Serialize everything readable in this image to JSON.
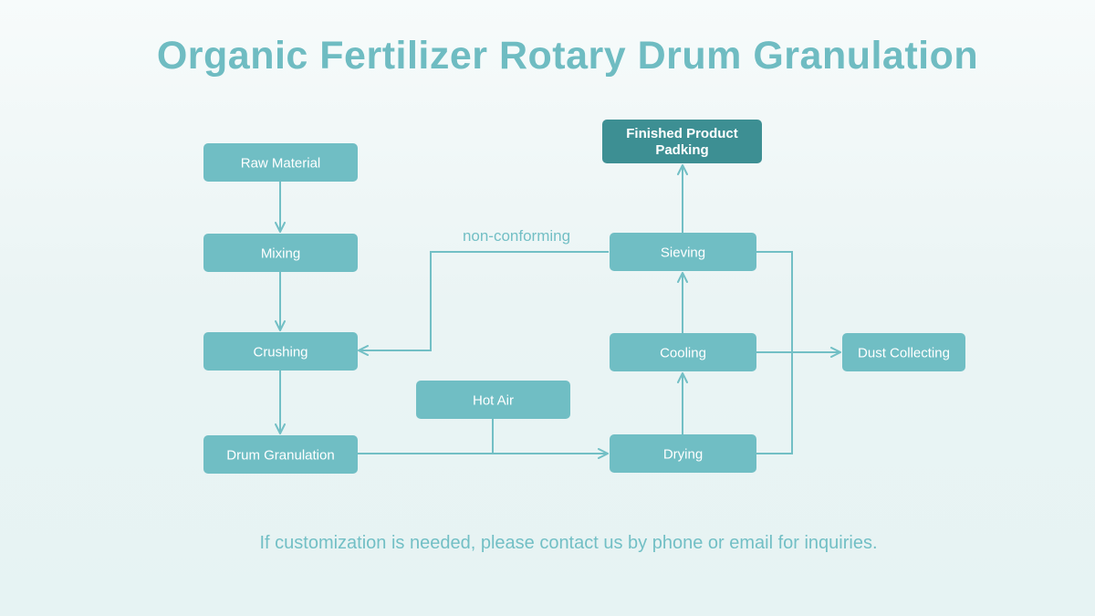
{
  "title": "Organic Fertilizer Rotary Drum Granulation",
  "nodes": {
    "raw_material": "Raw Material",
    "mixing": "Mixing",
    "crushing": "Crushing",
    "drum_granulation": "Drum Granulation",
    "hot_air": "Hot Air",
    "drying": "Drying",
    "cooling": "Cooling",
    "sieving": "Sieving",
    "finished_product": [
      "Finished Product",
      "Padking"
    ],
    "dust_collecting": "Dust Collecting"
  },
  "edge_labels": {
    "non_conforming": "non-conforming"
  },
  "footer": "If customization is needed, please contact us by phone or email for inquiries.",
  "colors": {
    "node": "#70bec4",
    "node_highlight": "#3d8f93",
    "line": "#72bfc5",
    "title": "#6fbcc2"
  }
}
